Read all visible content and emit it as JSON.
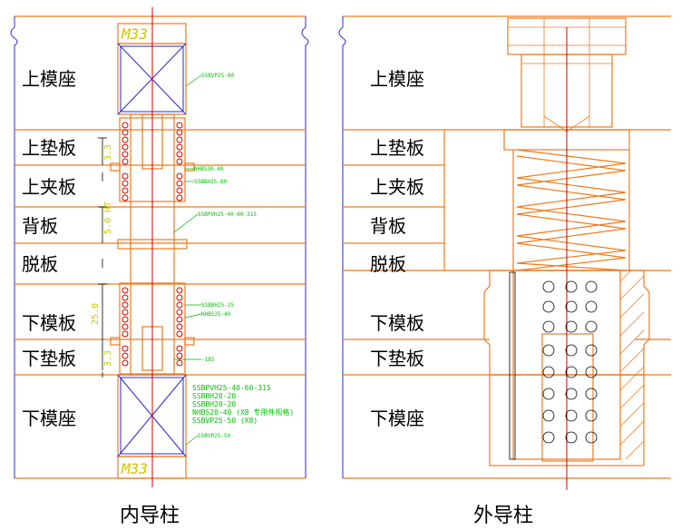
{
  "left_view": {
    "caption": "内导柱",
    "plates": [
      "上模座",
      "上垫板",
      "上夹板",
      "背板",
      "脱板",
      "下模板",
      "下垫板",
      "下模座"
    ],
    "thread_labels": [
      "M33",
      "M33"
    ],
    "dimensions": [
      "3.3",
      "5.0 HT",
      "25.0",
      "3.3"
    ],
    "callouts": [
      "SSBVP25-80",
      "NHBS30-40",
      "SSBBH25-80",
      "SSBPVH25-40-60-315",
      "SSBBH25-25",
      "NHBS25-40",
      "-185",
      "SSBPVH25-40-60-315",
      "SSBBH20-20",
      "SSBBH20-20",
      "NHBS20-40  (X8 专用件规格)",
      "SSBVP25-50  (X8)",
      "SSBVP25-50"
    ]
  },
  "right_view": {
    "caption": "外导柱",
    "plates": [
      "上模座",
      "上垫板",
      "上夹板",
      "背板",
      "脱板",
      "下模板",
      "下垫板",
      "下模座"
    ]
  },
  "colors": {
    "outline": "#f07a1a",
    "center_line": "#cc0000",
    "cross_hatch": "#2a2ad8",
    "callout_text": "#00c000",
    "dimension_text": "#cccc00"
  }
}
